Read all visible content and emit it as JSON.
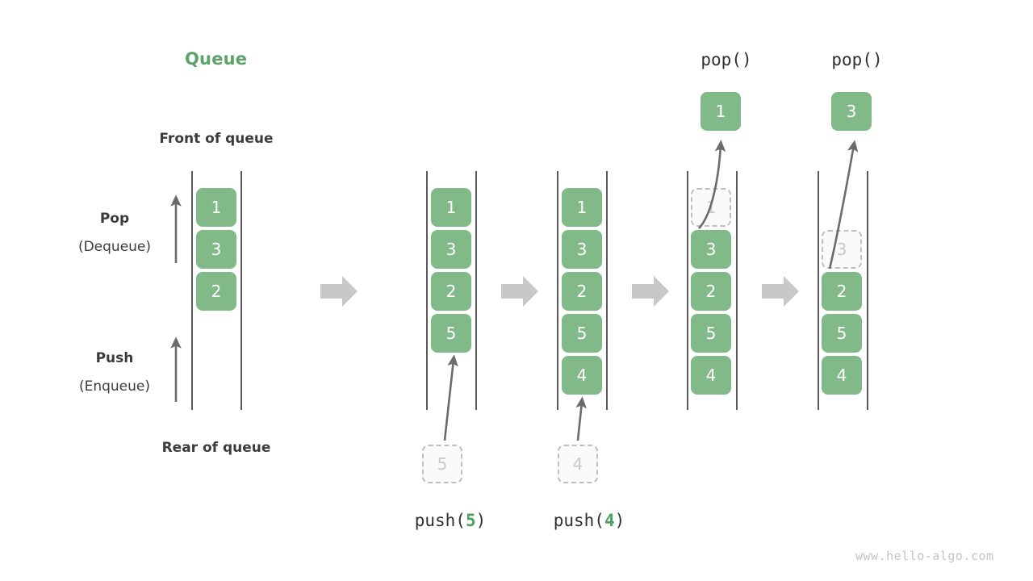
{
  "diagram": {
    "title": "Queue",
    "front_label": "Front of queue",
    "rear_label": "Rear of queue",
    "pop_label": "Pop",
    "pop_sub": "(Dequeue)",
    "push_label": "Push",
    "push_sub": "(Enqueue)",
    "watermark": "www.hello-algo.com",
    "accent_green": "#81ba88",
    "title_green": "#5aa469",
    "ghost_gray": "#c9c9c9",
    "arrow_gray": "#6b6b6b",
    "block_arrow_gray": "#c8c8c8"
  },
  "steps": [
    {
      "name": "initial",
      "caption": "",
      "caption_prefix": "",
      "caption_value": "",
      "caption_suffix": "",
      "cells": [
        {
          "value": "1",
          "state": "filled"
        },
        {
          "value": "3",
          "state": "filled"
        },
        {
          "value": "2",
          "state": "filled"
        }
      ],
      "incoming": null,
      "outgoing": null
    },
    {
      "name": "push-5",
      "caption_prefix": "push(",
      "caption_value": "5",
      "caption_suffix": ")",
      "cells": [
        {
          "value": "1",
          "state": "filled"
        },
        {
          "value": "3",
          "state": "filled"
        },
        {
          "value": "2",
          "state": "filled"
        },
        {
          "value": "5",
          "state": "filled"
        }
      ],
      "incoming": {
        "value": "5",
        "state": "ghost"
      },
      "outgoing": null
    },
    {
      "name": "push-4",
      "caption_prefix": "push(",
      "caption_value": "4",
      "caption_suffix": ")",
      "cells": [
        {
          "value": "1",
          "state": "filled"
        },
        {
          "value": "3",
          "state": "filled"
        },
        {
          "value": "2",
          "state": "filled"
        },
        {
          "value": "5",
          "state": "filled"
        },
        {
          "value": "4",
          "state": "filled"
        }
      ],
      "incoming": {
        "value": "4",
        "state": "ghost"
      },
      "outgoing": null
    },
    {
      "name": "pop-1",
      "caption_top": "pop()",
      "cells": [
        {
          "value": "1",
          "state": "ghost"
        },
        {
          "value": "3",
          "state": "filled"
        },
        {
          "value": "2",
          "state": "filled"
        },
        {
          "value": "5",
          "state": "filled"
        },
        {
          "value": "4",
          "state": "filled"
        }
      ],
      "incoming": null,
      "outgoing": {
        "value": "1",
        "state": "filled"
      }
    },
    {
      "name": "pop-3",
      "caption_top": "pop()",
      "cells": [
        {
          "value": "",
          "state": "empty"
        },
        {
          "value": "3",
          "state": "ghost"
        },
        {
          "value": "2",
          "state": "filled"
        },
        {
          "value": "5",
          "state": "filled"
        },
        {
          "value": "4",
          "state": "filled"
        }
      ],
      "incoming": null,
      "outgoing": {
        "value": "3",
        "state": "filled"
      }
    }
  ],
  "transitions": [
    {
      "name": "arrow-1"
    },
    {
      "name": "arrow-2"
    },
    {
      "name": "arrow-3"
    },
    {
      "name": "arrow-4"
    }
  ]
}
